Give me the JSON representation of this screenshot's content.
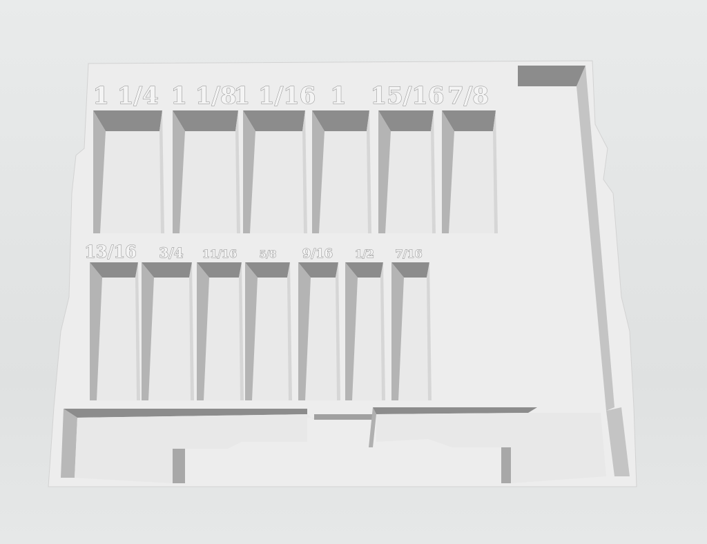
{
  "tray": {
    "top_row_labels": [
      "1 1/4",
      "1 1/8",
      "1 1/16",
      "1",
      "15/16",
      "7/8"
    ],
    "bottom_row_labels": [
      "13/16",
      "3/4",
      "11/16",
      "5/8",
      "9/16",
      "1/2",
      "7/16"
    ]
  },
  "colors": {
    "surface": "#ededed",
    "shadow_dark": "#8c8c8c",
    "shadow_mid": "#b4b4b4",
    "floor": "#e6e6e6"
  }
}
